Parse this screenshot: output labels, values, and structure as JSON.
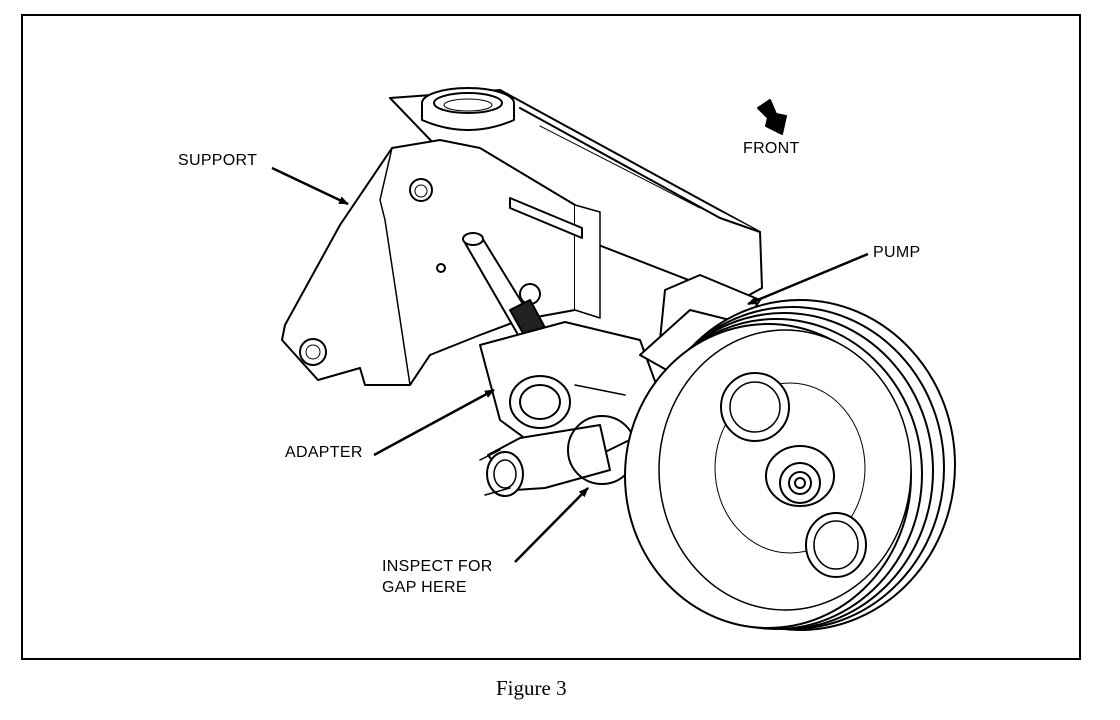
{
  "figure": {
    "caption": "Figure 3",
    "labels": {
      "support": "SUPPORT",
      "front": "FRONT",
      "pump": "PUMP",
      "adapter": "ADAPTER",
      "inspect_line1": "INSPECT FOR",
      "inspect_line2": "GAP HERE"
    }
  }
}
